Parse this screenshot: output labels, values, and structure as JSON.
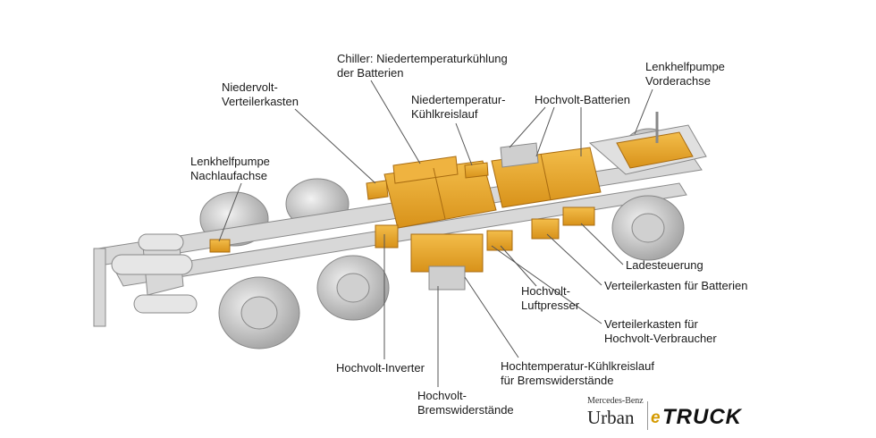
{
  "labels": {
    "chiller": [
      "Chiller: Niedertemperaturkühlung",
      "der Batterien"
    ],
    "lenk_vorder": [
      "Lenkhelfpumpe",
      "Vorderachse"
    ],
    "nv_verteiler": [
      "Niedervolt-",
      "Verteilerkasten"
    ],
    "nt_kreislauf": [
      "Niedertemperatur-",
      "Kühlkreislauf"
    ],
    "hv_batterien": [
      "Hochvolt-Batterien"
    ],
    "lenk_nachlauf": [
      "Lenkhelfpumpe",
      "Nachlaufachse"
    ],
    "ladesteuerung": [
      "Ladesteuerung"
    ],
    "vk_batterien": [
      "Verteilerkasten für Batterien"
    ],
    "hv_luftpresser": [
      "Hochvolt-",
      "Luftpresser"
    ],
    "vk_verbraucher": [
      "Verteilerkasten für",
      "Hochvolt-Verbraucher"
    ],
    "hv_inverter": [
      "Hochvolt-Inverter"
    ],
    "ht_kreislauf": [
      "Hochtemperatur-Kühlkreislauf",
      "für Bremswiderstände"
    ],
    "hv_brems": [
      "Hochvolt-",
      "Bremswiderstände"
    ]
  },
  "logo": {
    "brand": "Mercedes-Benz",
    "line": "Urban",
    "e": "e",
    "truck": "TRUCK"
  },
  "colors": {
    "component": "#e8a72a",
    "chassis": "#d4d4d4",
    "accent": "#d49a00"
  }
}
